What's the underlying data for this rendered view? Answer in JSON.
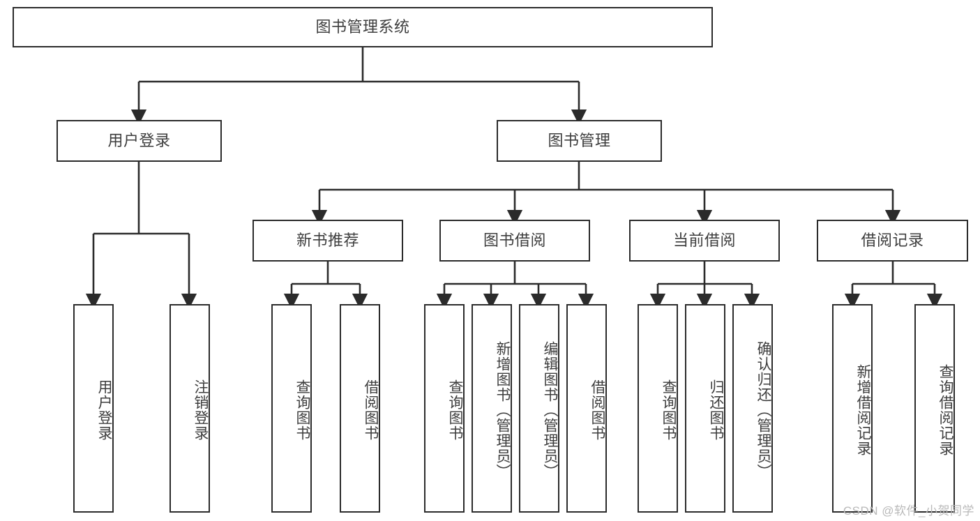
{
  "diagram": {
    "type": "tree-hierarchy",
    "title": "图书管理系统",
    "root": {
      "id": "root",
      "label": "图书管理系统",
      "orientation": "horizontal"
    },
    "level1": [
      {
        "id": "user-login",
        "label": "用户登录",
        "orientation": "horizontal"
      },
      {
        "id": "book-manage",
        "label": "图书管理",
        "orientation": "horizontal"
      }
    ],
    "level2": [
      {
        "id": "new-book-recommend",
        "label": "新书推荐",
        "orientation": "horizontal",
        "parent": "book-manage"
      },
      {
        "id": "book-borrow",
        "label": "图书借阅",
        "orientation": "horizontal",
        "parent": "book-manage"
      },
      {
        "id": "current-borrow",
        "label": "当前借阅",
        "orientation": "horizontal",
        "parent": "book-manage"
      },
      {
        "id": "borrow-record",
        "label": "借阅记录",
        "orientation": "horizontal",
        "parent": "book-manage"
      }
    ],
    "leaves": [
      {
        "id": "leaf-user-login",
        "label": "用户登录",
        "parent": "user-login"
      },
      {
        "id": "leaf-user-logout",
        "label": "注销登录",
        "parent": "user-login"
      },
      {
        "id": "leaf-query-book-1",
        "label": "查询图书",
        "parent": "new-book-recommend"
      },
      {
        "id": "leaf-borrow-book-1",
        "label": "借阅图书",
        "parent": "new-book-recommend"
      },
      {
        "id": "leaf-query-book-2",
        "label": "查询图书",
        "parent": "book-borrow"
      },
      {
        "id": "leaf-add-book",
        "label": "新增图书（管理员）",
        "parent": "book-borrow"
      },
      {
        "id": "leaf-edit-book",
        "label": "编辑图书（管理员）",
        "parent": "book-borrow"
      },
      {
        "id": "leaf-borrow-book-2",
        "label": "借阅图书",
        "parent": "book-borrow"
      },
      {
        "id": "leaf-query-book-3",
        "label": "查询图书",
        "parent": "current-borrow"
      },
      {
        "id": "leaf-return-book",
        "label": "归还图书",
        "parent": "current-borrow"
      },
      {
        "id": "leaf-confirm-return",
        "label": "确认归还（管理员）",
        "parent": "current-borrow"
      },
      {
        "id": "leaf-add-record",
        "label": "新增借阅记录",
        "parent": "borrow-record"
      },
      {
        "id": "leaf-query-record",
        "label": "查询借阅记录",
        "parent": "borrow-record"
      }
    ],
    "colors": {
      "border": "#2b2b2b",
      "text": "#3d3d3d",
      "background": "#ffffff",
      "connector": "#2b2b2b",
      "watermark": "#b9b9b9"
    }
  },
  "watermark": {
    "text": "CSDN @软件_小贺同学"
  }
}
